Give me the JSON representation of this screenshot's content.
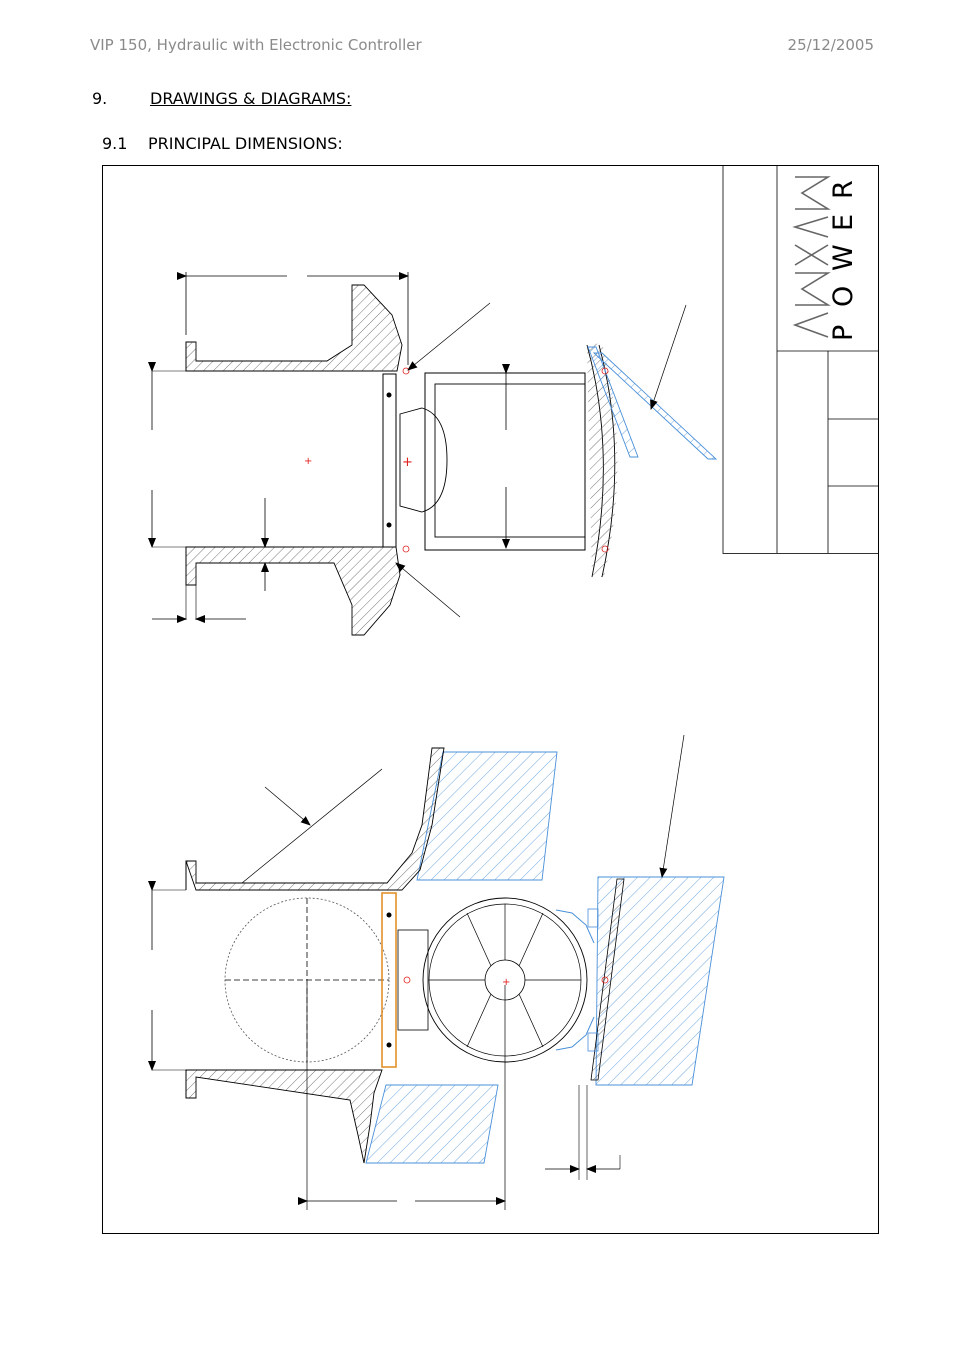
{
  "header": {
    "left": "VIP 150, Hydraulic with Electronic Controller",
    "right": "25/12/2005"
  },
  "section": {
    "number": "9.",
    "title": "DRAWINGS & DIAGRAMS:"
  },
  "subsection": {
    "number": "9.1",
    "title": "PRINCIPAL DIMENSIONS:"
  },
  "logo": {
    "top_word": "MAX",
    "bottom_word": "POWER",
    "bottom_letters": [
      "P",
      "O",
      "W",
      "E",
      "R"
    ]
  },
  "colors": {
    "text": "#000000",
    "header_text": "#8a8a8a",
    "line": "#000000",
    "hatch": "#555555",
    "blue": "#4a90d9",
    "red": "#e02020",
    "orange": "#e08a1e"
  }
}
